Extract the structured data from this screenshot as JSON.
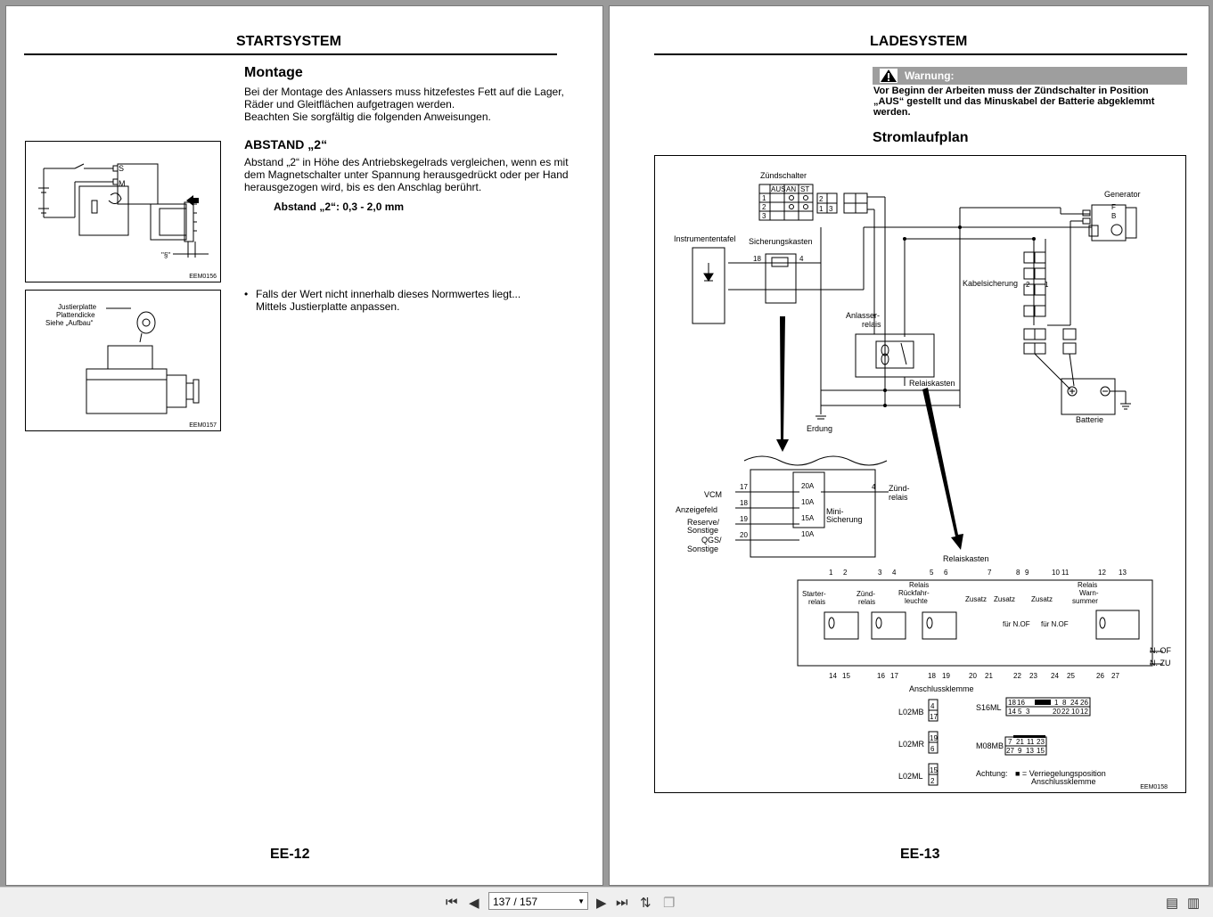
{
  "left": {
    "header": "STARTSYSTEM",
    "montage_title": "Montage",
    "montage_text": [
      "Bei der Montage des Anlassers muss hitzefestes Fett auf die Lager,",
      "Räder und Gleitflächen aufgetragen werden.",
      "Beachten Sie sorgfältig die folgenden Anweisungen."
    ],
    "abstand_title": "ABSTAND „2“",
    "abstand_text": [
      "Abstand „2“ in Höhe des Antriebskegelrads vergleichen, wenn es mit",
      "dem Magnetschalter unter Spannung herausgedrückt oder per Hand",
      "herausgezogen wird, bis es den Anschlag berührt."
    ],
    "abstand_value": "Abstand „2“: 0,3 - 2,0 mm",
    "bullet": [
      "Falls der Wert nicht innerhalb dieses Normwertes liegt...",
      "Mittels Justierplatte anpassen."
    ],
    "fig1": {
      "code": "EEM0156",
      "labels": [
        "S",
        "M",
        "\"§\""
      ]
    },
    "fig2": {
      "code": "EEM0157",
      "labels": [
        "Justierplatte",
        "Plattendicke",
        "Siehe „Aufbau“"
      ]
    },
    "page_number": "EE-12"
  },
  "right": {
    "header": "LADESYSTEM",
    "warning_label": "Warnung:",
    "warning_text": [
      "Vor Beginn der Arbeiten muss der Zündschalter in Position",
      "„AUS“ gestellt und das Minuskabel der Batterie abgeklemmt",
      "werden."
    ],
    "stromlaufplan_title": "Stromlaufplan",
    "diagram": {
      "code": "EEM0158",
      "top": {
        "zuendschalter": "Zündschalter",
        "zs_cols": [
          "AUS",
          "AN",
          "ST"
        ],
        "zs_rows": [
          "1",
          "2",
          "3"
        ],
        "zs_pins": [
          "2",
          "1",
          "3"
        ],
        "generator": "Generator",
        "gen_pins": [
          "F",
          "B"
        ],
        "instrumententafel": "Instrumententafel",
        "sicherungskasten": "Sicherungskasten",
        "sk_pins": [
          "18",
          "4"
        ],
        "kabelsicherung": "Kabelsicherung",
        "ks_pins": [
          "2",
          "1"
        ],
        "anlasserrelais": [
          "Anlasser-",
          "relais"
        ],
        "relaiskasten": "Relaiskasten",
        "erdung": "Erdung",
        "batterie": "Batterie"
      },
      "fuse": {
        "outputs": [
          "VCM",
          "Anzeigefeld",
          "Reserve/",
          "Sonstige",
          "QGS/",
          "Sonstige"
        ],
        "pins": [
          "17",
          "18",
          "19",
          "20"
        ],
        "ratings": [
          "20A",
          "10A",
          "15A",
          "10A"
        ],
        "input_pin": "4",
        "input": [
          "Zünd-",
          "relais"
        ],
        "name": [
          "Mini-",
          "Sicherung"
        ]
      },
      "relais": {
        "title": "Relaiskasten",
        "top_pins": [
          "1",
          "2",
          "3",
          "4",
          "5",
          "6",
          "7",
          "8",
          "9",
          "10",
          "11",
          "12",
          "13"
        ],
        "relays": [
          "Starter-",
          "relais",
          "Zünd-",
          "relais",
          "Relais",
          "Rückfahr-",
          "leuchte",
          "Zusatz",
          "Zusatz",
          "Zusatz",
          "Relais",
          "Warn-",
          "summer"
        ],
        "notes": [
          "für N.OF",
          "für N.OF"
        ],
        "bottom_pins": [
          "14",
          "15",
          "16",
          "17",
          "18",
          "19",
          "20",
          "21",
          "22",
          "23",
          "24",
          "25",
          "26",
          "27"
        ],
        "nof": "N. OF",
        "nzu": "N. ZU",
        "anschluss": "Anschlussklemme"
      },
      "connectors": {
        "names": [
          "L02MB",
          "L02MR",
          "L02ML",
          "S16ML",
          "M08MB"
        ],
        "l02mb": [
          "4",
          "17"
        ],
        "l02mr": [
          "19",
          "6"
        ],
        "l02ml": [
          "15",
          "2"
        ],
        "s16ml_top": [
          "18",
          "16",
          "1",
          "8",
          "24",
          "26"
        ],
        "s16ml_bottom": [
          "14",
          "5",
          "3",
          "20",
          "22",
          "10",
          "12"
        ],
        "m08mb_top": [
          "7",
          "21",
          "11",
          "23"
        ],
        "m08mb_bottom": [
          "27",
          "9",
          "13",
          "15"
        ],
        "achtung": "Achtung:",
        "note": [
          "■ = Verriegelungsposition",
          "Anschlussklemme"
        ]
      }
    },
    "page_number": "EE-13"
  },
  "toolbar": {
    "page_indicator": "137 / 157",
    "icons": [
      "first-page-icon",
      "prev-page-icon",
      "next-page-icon",
      "last-page-icon",
      "rotate-icon",
      "copy-icon",
      "single-page-view-icon",
      "two-page-view-icon"
    ]
  }
}
